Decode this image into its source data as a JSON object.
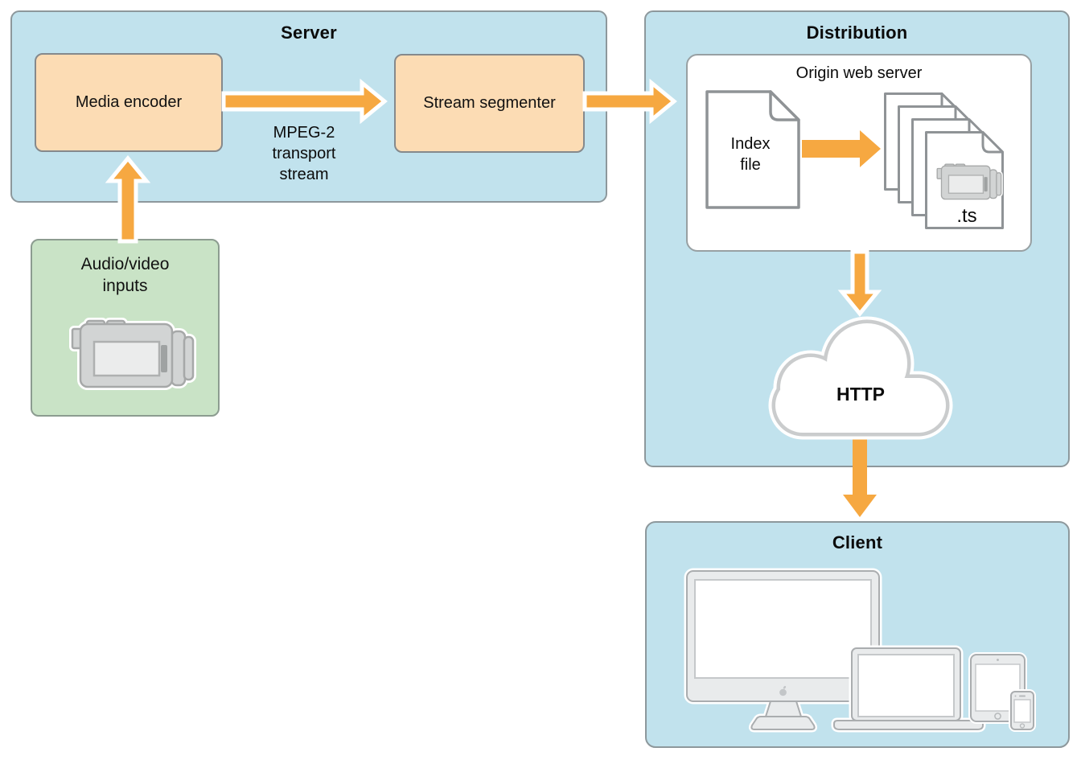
{
  "colors": {
    "panel_blue": "#c1e2ed",
    "node_orange": "#fcdcb4",
    "node_green": "#c9e3c6",
    "arrow_orange": "#f6a841",
    "border_gray": "#8d989c",
    "icon_gray": "#d2d4d4",
    "cloud_border_gray": "#cacccd"
  },
  "server": {
    "title": "Server",
    "media_encoder_label": "Media encoder",
    "stream_segmenter_label": "Stream segmenter",
    "stream_label_lines": [
      "MPEG-2",
      "transport",
      "stream"
    ]
  },
  "inputs": {
    "label_lines": [
      "Audio/video",
      "inputs"
    ]
  },
  "distribution": {
    "title": "Distribution",
    "origin_server": {
      "title": "Origin web server",
      "index_file_lines": [
        "Index",
        "file"
      ],
      "ts_label": ".ts"
    },
    "cloud_label": "HTTP"
  },
  "client": {
    "title": "Client"
  }
}
